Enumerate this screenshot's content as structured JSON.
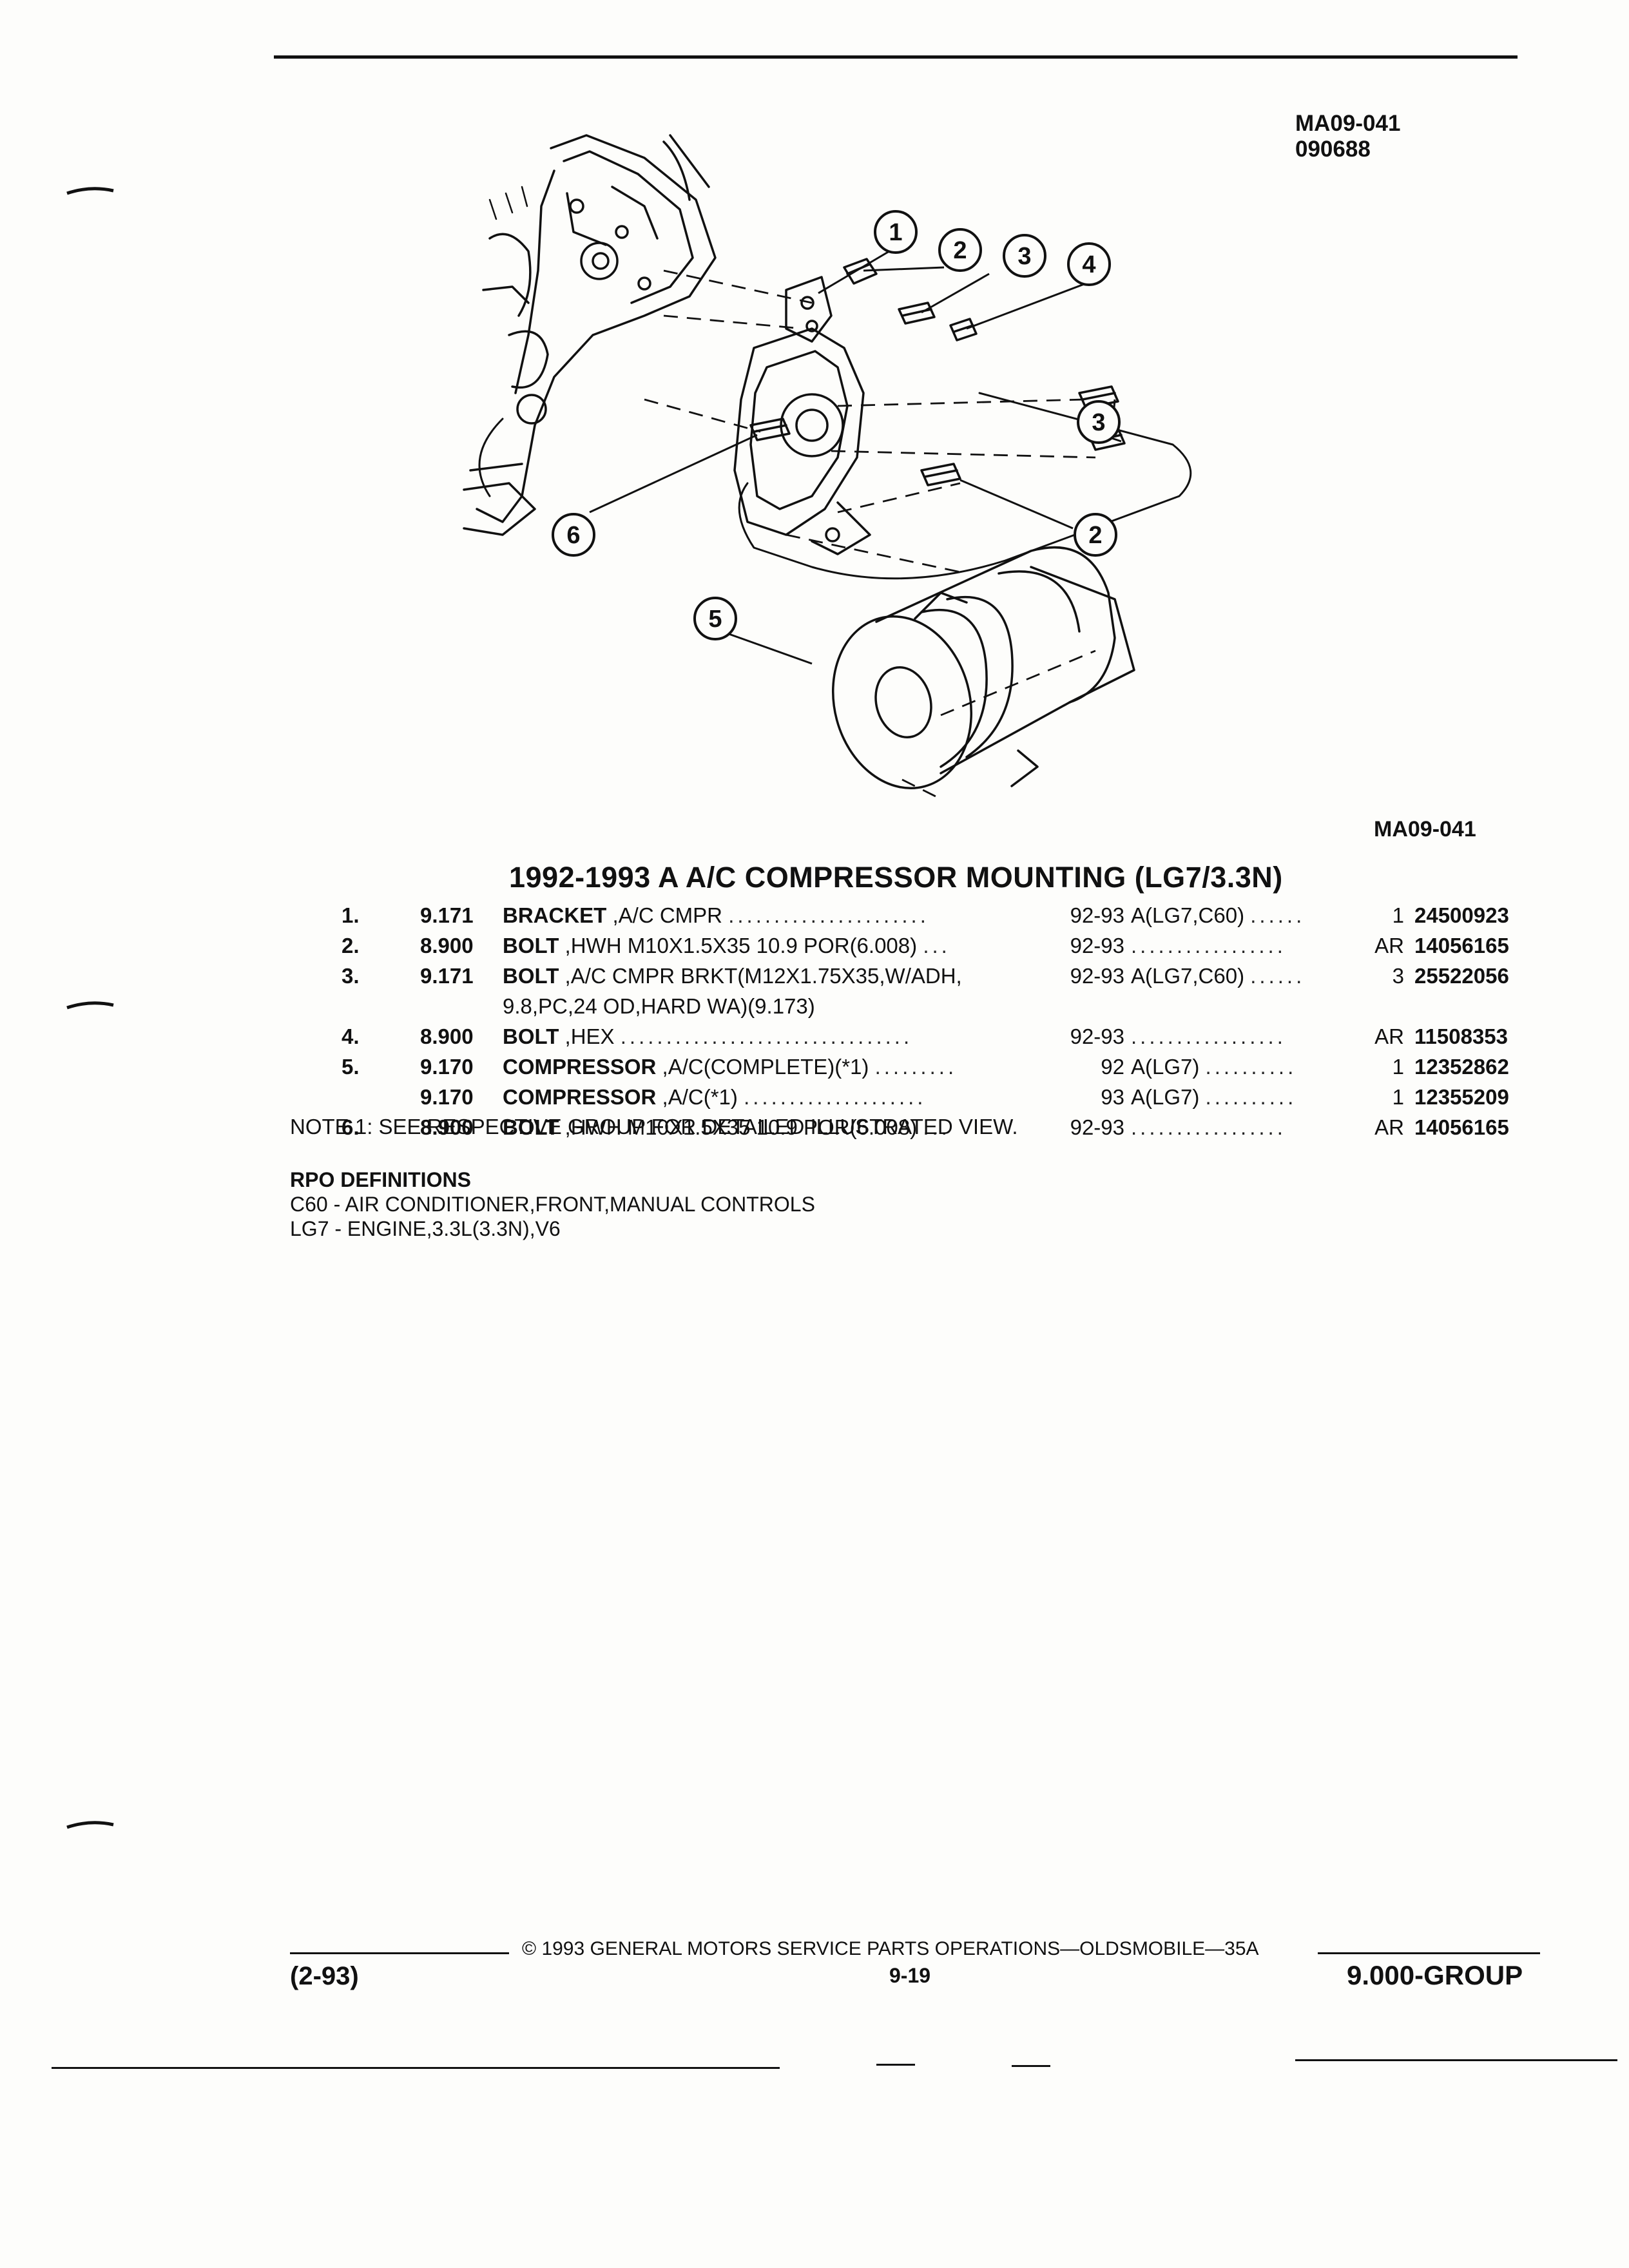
{
  "header": {
    "code1": "MA09-041",
    "code2": "090688"
  },
  "figure": {
    "label": "MA09-041",
    "callouts": [
      "1",
      "2",
      "3",
      "4",
      "3",
      "2",
      "6",
      "5"
    ]
  },
  "title": "1992-1993 A A/C COMPRESSOR MOUNTING (LG7/3.3N)",
  "parts": [
    {
      "index": "1.",
      "group": "9.171",
      "name": "BRACKET",
      "spec": ",A/C CMPR",
      "spec2": "",
      "dots": "......................",
      "years": "92-93",
      "application": "A(LG7,C60)",
      "app_dots": "......",
      "qty": "1",
      "part_number": "24500923"
    },
    {
      "index": "2.",
      "group": "8.900",
      "name": "BOLT",
      "spec": ",HWH M10X1.5X35 10.9 POR(6.008)",
      "spec2": "",
      "dots": "...",
      "years": "92-93",
      "application": "",
      "app_dots": ".................",
      "qty": "AR",
      "part_number": "14056165"
    },
    {
      "index": "3.",
      "group": "9.171",
      "name": "BOLT",
      "spec": ",A/C CMPR BRKT(M12X1.75X35,W/ADH,",
      "spec2": "9.8,PC,24 OD,HARD WA)(9.173)",
      "dots": "",
      "years": "92-93",
      "application": "A(LG7,C60)",
      "app_dots": "......",
      "qty": "3",
      "part_number": "25522056"
    },
    {
      "index": "4.",
      "group": "8.900",
      "name": "BOLT",
      "spec": ",HEX",
      "spec2": "",
      "dots": "................................",
      "years": "92-93",
      "application": "",
      "app_dots": ".................",
      "qty": "AR",
      "part_number": "11508353"
    },
    {
      "index": "5.",
      "group": "9.170",
      "name": "COMPRESSOR",
      "spec": ",A/C(COMPLETE)(*1)",
      "spec2": "",
      "dots": ".........",
      "years": "92",
      "application": "A(LG7)",
      "app_dots": "..........",
      "qty": "1",
      "part_number": "12352862"
    },
    {
      "index": "",
      "group": "9.170",
      "name": "COMPRESSOR",
      "spec": ",A/C(*1)",
      "spec2": "",
      "dots": "....................",
      "years": "93",
      "application": "A(LG7)",
      "app_dots": "..........",
      "qty": "1",
      "part_number": "12355209"
    },
    {
      "index": "6.",
      "group": "8.900",
      "name": "BOLT",
      "spec": ",HWH M10X1.5X35 10.9 POR(6.008)",
      "spec2": "",
      "dots": "...",
      "years": "92-93",
      "application": "",
      "app_dots": ".................",
      "qty": "AR",
      "part_number": "14056165"
    }
  ],
  "note": "NOTE  1:  SEE RESPECTIVE GROUP FOR DETAILED ILLUSTRATED VIEW.",
  "rpo": {
    "heading": "RPO DEFINITIONS",
    "items": [
      "C60 - AIR CONDITIONER,FRONT,MANUAL CONTROLS",
      "LG7 - ENGINE,3.3L(3.3N),V6"
    ]
  },
  "footer": {
    "copyright": "©  1993  GENERAL MOTORS SERVICE PARTS OPERATIONS—OLDSMOBILE—35A",
    "date": "(2-93)",
    "page": "9-19",
    "group": "9.000-GROUP"
  }
}
